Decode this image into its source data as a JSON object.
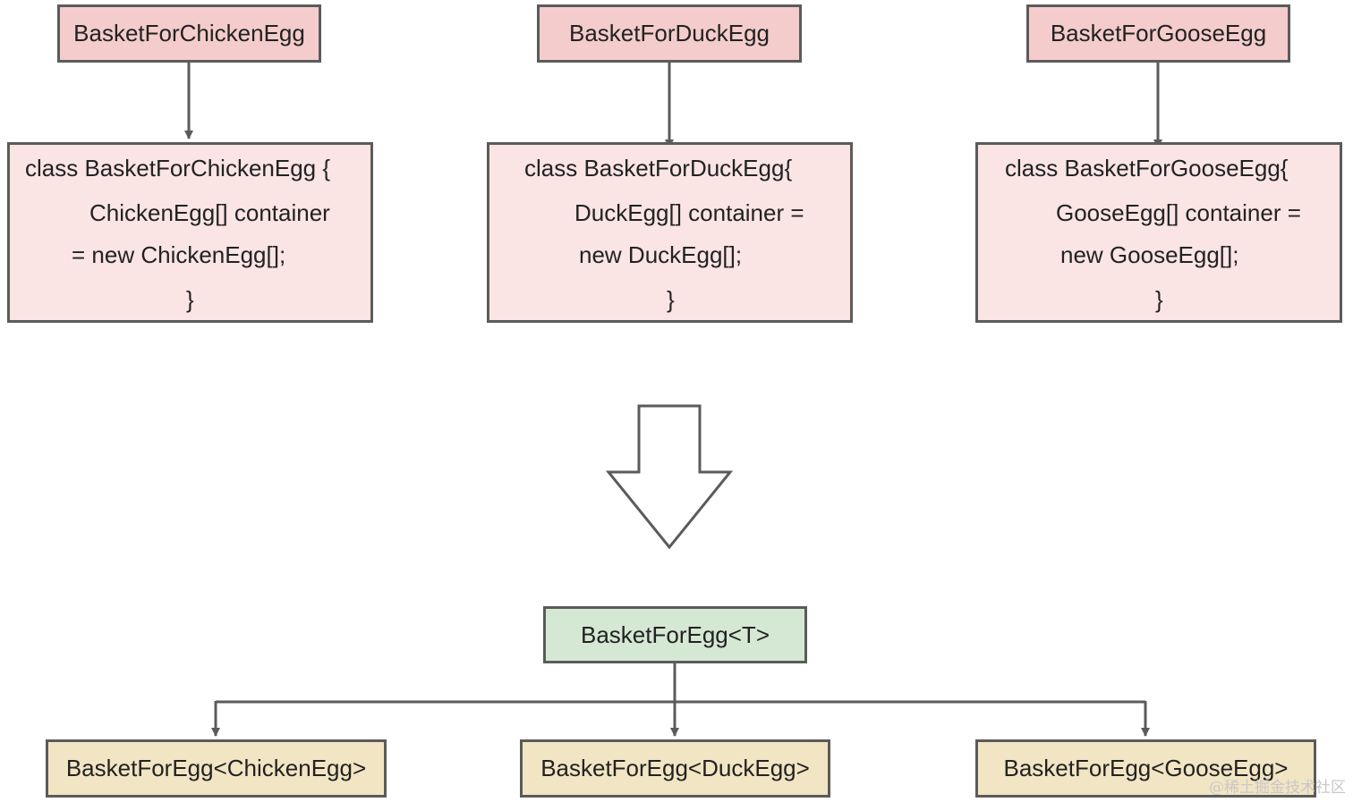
{
  "top_boxes": [
    {
      "title": "BasketForChickenEgg",
      "code": {
        "line1": "class BasketForChickenEgg {",
        "line2": "ChickenEgg[] container",
        "line3": "= new ChickenEgg[];",
        "line4": "}"
      }
    },
    {
      "title": "BasketForDuckEgg",
      "code": {
        "line1": "class BasketForDuckEgg{",
        "line2": "DuckEgg[] container =",
        "line3": "new DuckEgg[];",
        "line4": "}"
      }
    },
    {
      "title": "BasketForGooseEgg",
      "code": {
        "line1": "class BasketForGooseEgg{",
        "line2": "GooseEgg[] container =",
        "line3": "new GooseEgg[];",
        "line4": "}"
      }
    }
  ],
  "generic_box": {
    "label": "BasketForEgg<T>"
  },
  "bottom_boxes": [
    {
      "label": "BasketForEgg<ChickenEgg>"
    },
    {
      "label": "BasketForEgg<DuckEgg>"
    },
    {
      "label": "BasketForEgg<GooseEgg>"
    }
  ],
  "watermark": "@稀土掘金技术社区",
  "colors": {
    "title_fill": "#f4cccc",
    "code_fill": "#fae4e4",
    "generic_fill": "#d5e8d4",
    "instance_fill": "#f2e5c3",
    "stroke": "#5b5b5b"
  }
}
